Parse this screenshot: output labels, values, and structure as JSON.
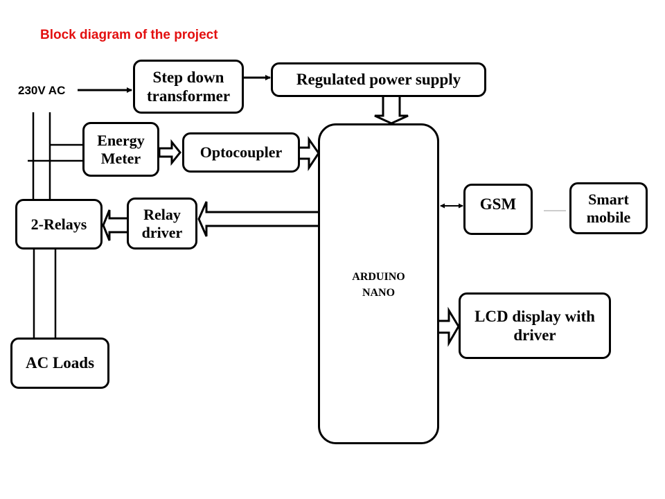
{
  "diagram": {
    "title": "Block diagram of the project",
    "title_color": "#e31010",
    "source_label": "230V AC",
    "blocks": {
      "step_down_transformer": {
        "lines": [
          "Step down",
          "transformer"
        ]
      },
      "regulated_power_supply": {
        "lines": [
          "Regulated power supply"
        ]
      },
      "energy_meter": {
        "lines": [
          "Energy",
          "Meter"
        ]
      },
      "optocoupler": {
        "lines": [
          "Optocoupler"
        ]
      },
      "relays": {
        "lines": [
          "2-Relays"
        ]
      },
      "relay_driver": {
        "lines": [
          "Relay",
          "driver"
        ]
      },
      "ac_loads": {
        "lines": [
          "AC Loads"
        ]
      },
      "arduino_nano": {
        "lines": [
          "ARDUINO",
          "NANO"
        ]
      },
      "gsm": {
        "lines": [
          "GSM"
        ]
      },
      "smart_mobile": {
        "lines": [
          "Smart",
          "mobile"
        ]
      },
      "lcd_display": {
        "lines": [
          "LCD display with",
          "driver"
        ]
      }
    },
    "connections": [
      {
        "from": "230V AC",
        "to": "step_down_transformer",
        "type": "line-arrow"
      },
      {
        "from": "step_down_transformer",
        "to": "regulated_power_supply",
        "type": "line-arrow"
      },
      {
        "from": "regulated_power_supply",
        "to": "arduino_nano",
        "type": "block-arrow"
      },
      {
        "from": "energy_meter",
        "to": "optocoupler",
        "type": "block-arrow"
      },
      {
        "from": "optocoupler",
        "to": "arduino_nano",
        "type": "block-arrow"
      },
      {
        "from": "arduino_nano",
        "to": "relay_driver",
        "type": "block-arrow"
      },
      {
        "from": "relay_driver",
        "to": "relays",
        "type": "block-arrow"
      },
      {
        "from": "arduino_nano",
        "to": "gsm",
        "type": "bidirectional-arrow"
      },
      {
        "from": "gsm",
        "to": "smart_mobile",
        "type": "thin-line"
      },
      {
        "from": "arduino_nano",
        "to": "lcd_display",
        "type": "block-arrow"
      },
      {
        "from": "ac_mains",
        "to": "energy_meter",
        "type": "wire"
      },
      {
        "from": "relays",
        "to": "ac_loads",
        "type": "wire"
      }
    ]
  }
}
